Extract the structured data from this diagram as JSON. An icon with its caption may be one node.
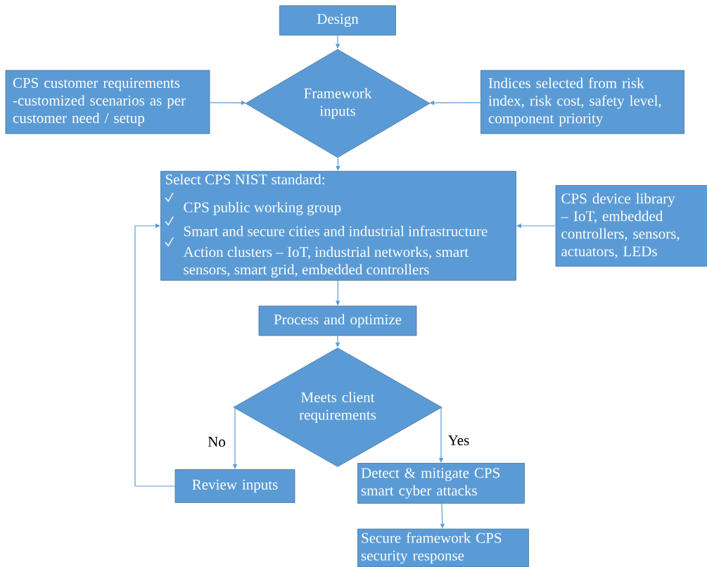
{
  "diagram": {
    "nodes": [
      {
        "text": [
          "Design"
        ]
      },
      {
        "text": [
          "Framework inputs"
        ]
      },
      {
        "text": [
          "CPS customer requirements -customized scenarios as per customer need / setup"
        ]
      },
      {
        "text": [
          "Indices selected from risk index, risk cost, safety level, component priority"
        ]
      },
      {
        "text": [
          "Select CPS NIST standard:",
          "CPS public working group",
          "Smart and secure cities and industrial infrastructure",
          "Action clusters – IoT, industrial networks, smart sensors, smart grid, embedded controllers"
        ]
      },
      {
        "text": [
          "CPS device library – IoT, embedded controllers, sensors, actuators, LEDs"
        ]
      },
      {
        "text": [
          "Process and optimize"
        ]
      },
      {
        "text": [
          "Meets client requirements"
        ]
      },
      {
        "text": [
          "Review inputs"
        ]
      },
      {
        "text": [
          "Detect & mitigate CPS smart cyber attacks"
        ]
      },
      {
        "text": [
          "Secure framework CPS security response"
        ]
      }
    ],
    "edges": [
      {
        "from": 0,
        "to": 1,
        "arrow": "to"
      },
      {
        "from": 2,
        "to": 1,
        "arrow": "to"
      },
      {
        "from": 3,
        "to": 1,
        "arrow": "to"
      },
      {
        "from": 1,
        "to": 4,
        "arrow": "to"
      },
      {
        "from": 5,
        "to": 4,
        "arrow": "to"
      },
      {
        "from": 4,
        "to": 6,
        "arrow": "to"
      },
      {
        "from": 6,
        "to": 7,
        "arrow": "to"
      },
      {
        "from": 7,
        "to": 8,
        "arrow": "to",
        "label": "No"
      },
      {
        "from": 7,
        "to": 9,
        "arrow": "to",
        "label": "Yes"
      },
      {
        "from": 9,
        "to": 10,
        "arrow": "to"
      },
      {
        "from": 8,
        "to": 4,
        "arrow": "to"
      }
    ]
  }
}
